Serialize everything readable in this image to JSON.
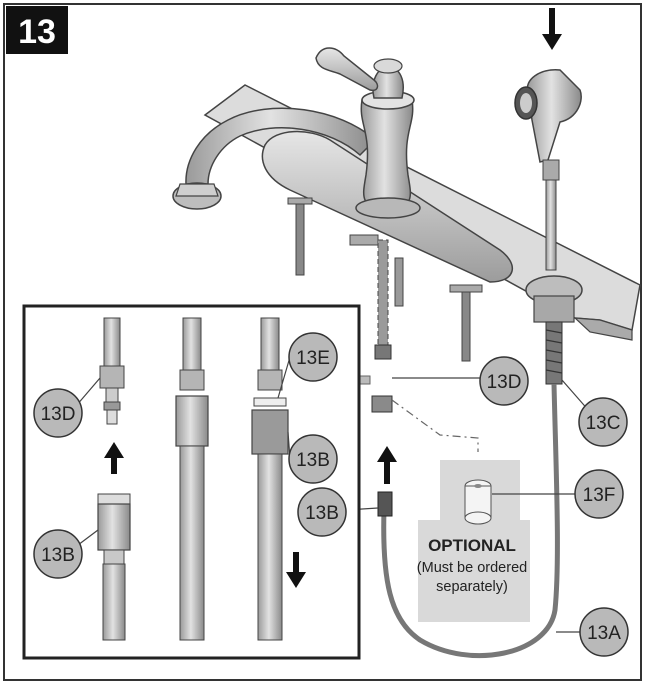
{
  "step": {
    "number": "13"
  },
  "callouts": {
    "inset_13d": "13D",
    "inset_13b_left": "13B",
    "inset_13e": "13E",
    "inset_13b_right": "13B",
    "main_13d": "13D",
    "main_13c": "13C",
    "main_13f": "13F",
    "main_13b": "13B",
    "main_13a": "13A"
  },
  "optional_box": {
    "title": "OPTIONAL",
    "line1": "(Must be ordered",
    "line2": "separately)"
  },
  "colors": {
    "border": "#333333",
    "step_bg": "#111111",
    "callout_fill": "#b9b9b9",
    "part_fill": "#c8c8c8",
    "part_dark": "#8e8e8e",
    "optional_bg": "#d9d9d9"
  }
}
